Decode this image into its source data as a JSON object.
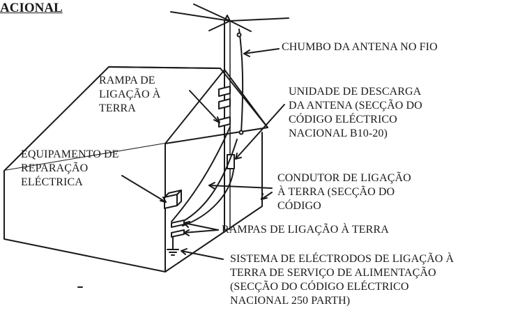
{
  "header": {
    "title": "ACIONAL"
  },
  "labels": {
    "antenna_lead": "CHUMBO DA ANTENA NO FIO",
    "ground_clamp": "RAMPA DE\nLIGAÇÃO À\nTERRA",
    "discharge_unit": "UNIDADE DE DESCARGA\nDA ANTENA (SECÇÃO DO\nCÓDIGO ELÉCTRICO\nNACIONAL B10-20)",
    "service_equipment": "EQUIPAMENTO DE\nREPARAÇÃO\nELÉCTRICA",
    "grounding_conductor": "CONDUTOR DE LIGAÇÃO\nÀ TERRA (SECÇÃO DO\nCÓDIGO",
    "ground_clamps": "RAMPAS DE LIGAÇÃO À TERRA",
    "electrode_system": "SISTEMA DE ELÉCTRODOS DE LIGAÇÃO À\nTERRA DE SERVIÇO DE ALIMENTAÇÃO\n(SECÇÃO DO CÓDIGO ELÉCTRICO\nNACIONAL 250 PARTH)"
  },
  "colors": {
    "ink": "#1a1a1a",
    "background": "#ffffff"
  }
}
